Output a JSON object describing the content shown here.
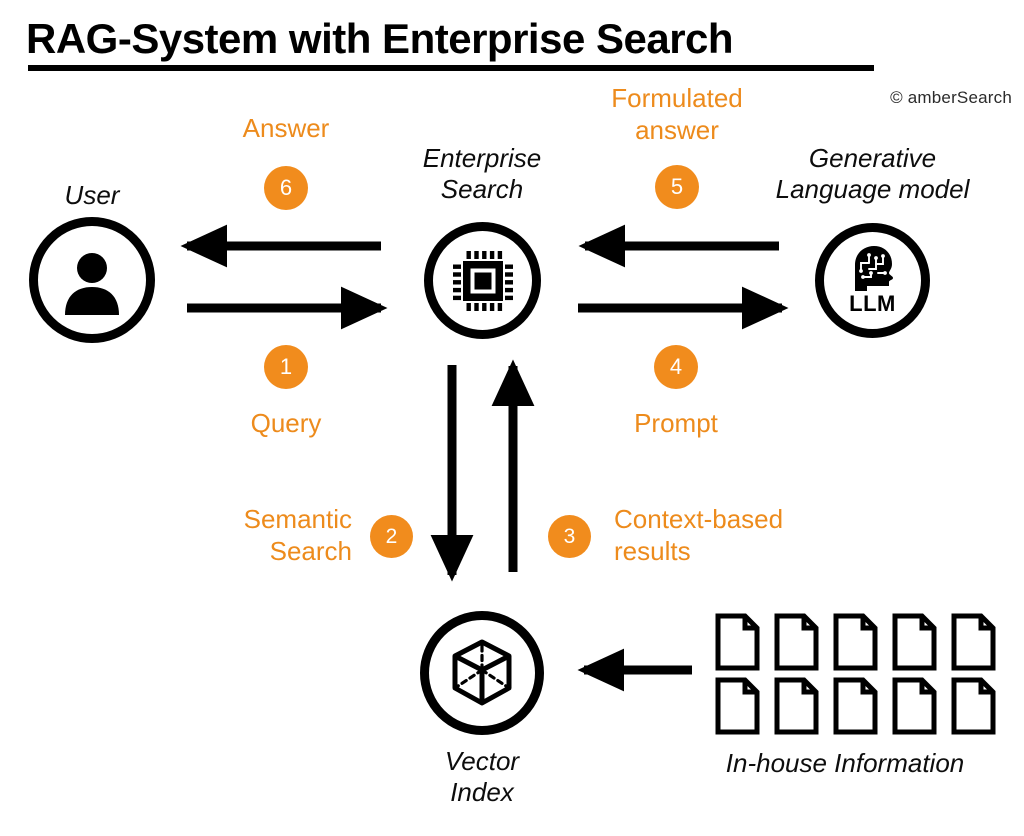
{
  "page": {
    "title": "RAG-System with Enterprise Search",
    "copyright": "© amberSearch",
    "accent_color": "#F18C1D",
    "ink_color": "#000000",
    "background_color": "#FFFFFF"
  },
  "nodes": [
    {
      "id": "user",
      "label": "User",
      "icon": "person-icon"
    },
    {
      "id": "enterprise-search",
      "label": "Enterprise\nSearch",
      "line1": "Enterprise",
      "line2": "Search",
      "icon": "cpu-chip-icon"
    },
    {
      "id": "llm",
      "label": "Generative\nLanguage model",
      "line1": "Generative",
      "line2": "Language model",
      "icon": "brain-head-icon",
      "badge_text": "LLM"
    },
    {
      "id": "vector-index",
      "label": "Vector\nIndex",
      "line1": "Vector",
      "line2": "Index",
      "icon": "cube-icon"
    },
    {
      "id": "in-house-info",
      "label": "In-house Information",
      "icon": "document-icon",
      "doc_count": 10
    }
  ],
  "steps": [
    {
      "number": "1",
      "label": "Query",
      "line1": "Query",
      "line2": ""
    },
    {
      "number": "2",
      "label": "Semantic Search",
      "line1": "Semantic",
      "line2": "Search"
    },
    {
      "number": "3",
      "label": "Context-based results",
      "line1": "Context-based",
      "line2": "results"
    },
    {
      "number": "4",
      "label": "Prompt",
      "line1": "Prompt",
      "line2": ""
    },
    {
      "number": "5",
      "label": "Formulated answer",
      "line1": "Formulated",
      "line2": "answer"
    },
    {
      "number": "6",
      "label": "Answer",
      "line1": "Answer",
      "line2": ""
    }
  ],
  "flows": [
    {
      "from": "user",
      "to": "enterprise-search",
      "step": "1",
      "direction": "right"
    },
    {
      "from": "enterprise-search",
      "to": "vector-index",
      "step": "2",
      "direction": "down"
    },
    {
      "from": "vector-index",
      "to": "enterprise-search",
      "step": "3",
      "direction": "up"
    },
    {
      "from": "enterprise-search",
      "to": "llm",
      "step": "4",
      "direction": "right"
    },
    {
      "from": "llm",
      "to": "enterprise-search",
      "step": "5",
      "direction": "left"
    },
    {
      "from": "enterprise-search",
      "to": "user",
      "step": "6",
      "direction": "left"
    },
    {
      "from": "in-house-info",
      "to": "vector-index",
      "step": "",
      "direction": "left"
    }
  ]
}
